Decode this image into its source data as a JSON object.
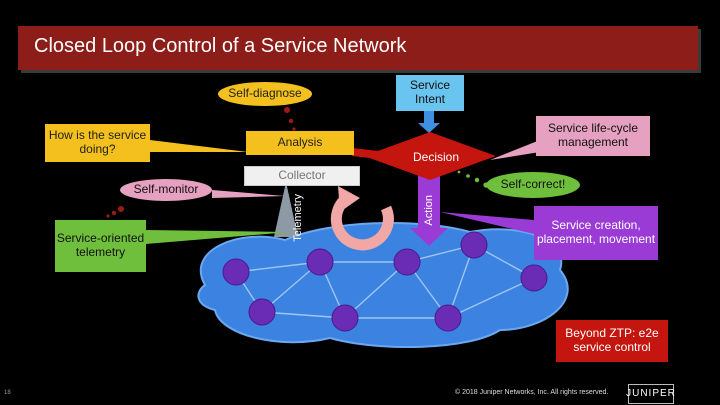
{
  "title": "Closed Loop Control of a Service Network",
  "labels": {
    "self_diagnose": "Self-diagnose",
    "service_intent": "Service Intent",
    "how_is_service": "How is the service doing?",
    "analysis": "Analysis",
    "decision": "Decision",
    "collector": "Collector",
    "self_monitor": "Self-monitor",
    "telemetry": "Telemetry",
    "action": "Action",
    "service_lifecycle": "Service life-cycle management",
    "self_correct": "Self-correct!",
    "service_creation": "Service creation, placement, movement",
    "service_oriented_telemetry": "Service-oriented telemetry",
    "beyond_ztp": "Beyond ZTP: e2e service control"
  },
  "footer": {
    "copyright": "© 2018 Juniper Networks, Inc. All rights reserved.",
    "logo_text": "JUNIPER",
    "page_number": "18"
  },
  "colors": {
    "title_bg": "#8c1d18",
    "yellow": "#f3c01d",
    "green": "#6fbf3d",
    "pink": "#e6a1c0",
    "purple": "#9a3bd6",
    "red": "#c4150f",
    "blue": "#3f8fe3",
    "network_blue": "#3c82e0",
    "node_purple": "#6a2bb5"
  }
}
